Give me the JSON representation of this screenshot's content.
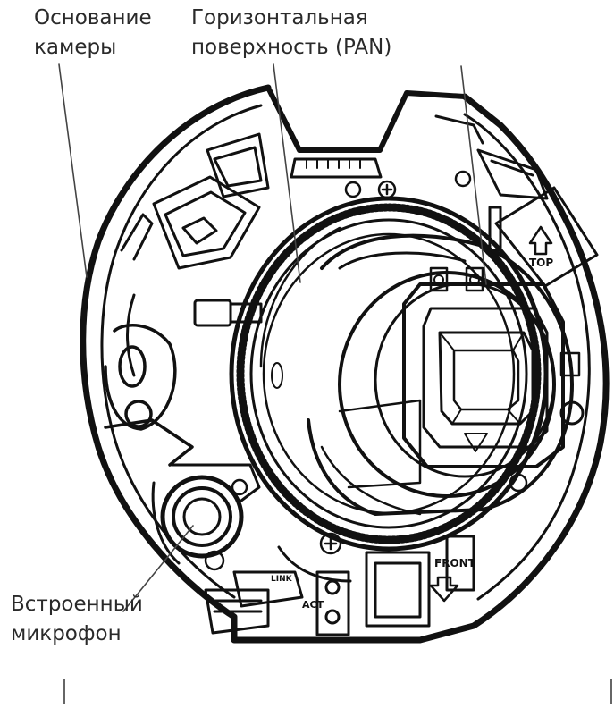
{
  "labels": {
    "camera_base": [
      "Основание",
      "камеры"
    ],
    "pan_surface": [
      "Горизонтальная",
      "поверхность (PAN)"
    ],
    "microphone": [
      "Встроенный",
      "микрофон"
    ]
  },
  "markings": {
    "top": "TOP",
    "front": "FRONT",
    "act": "ACT",
    "link": "LINK"
  },
  "colors": {
    "ink": "#111111",
    "text": "#2a2a2a",
    "paper": "#ffffff"
  }
}
